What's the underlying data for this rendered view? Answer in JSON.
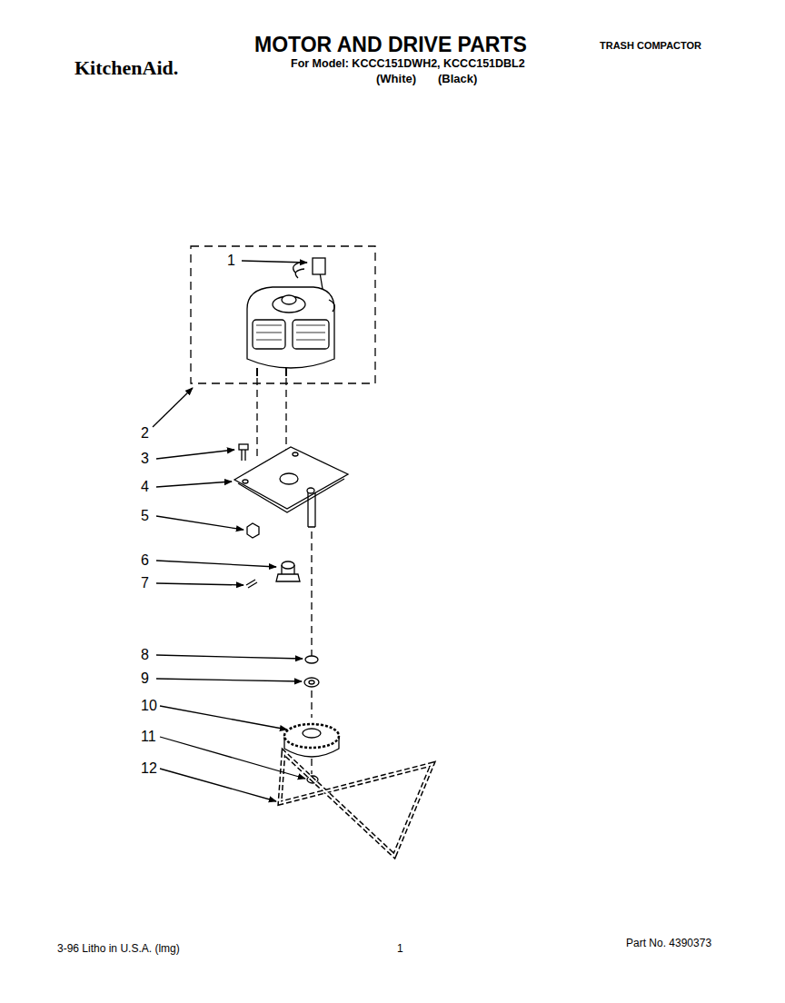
{
  "diagram": {
    "title": "MOTOR AND DRIVE PARTS",
    "labels": [
      "KitchenAid.",
      "For Model: KCCC151DWH2, KCCC151DBL2",
      "(White)",
      "(Black)",
      "TRASH COMPACTOR",
      "1",
      "2",
      "3",
      "4",
      "5",
      "6",
      "7",
      "8",
      "9",
      "10",
      "11",
      "12",
      "3-96 Litho in U.S.A. (lmg)",
      "1",
      "Part No. 4390373"
    ]
  }
}
